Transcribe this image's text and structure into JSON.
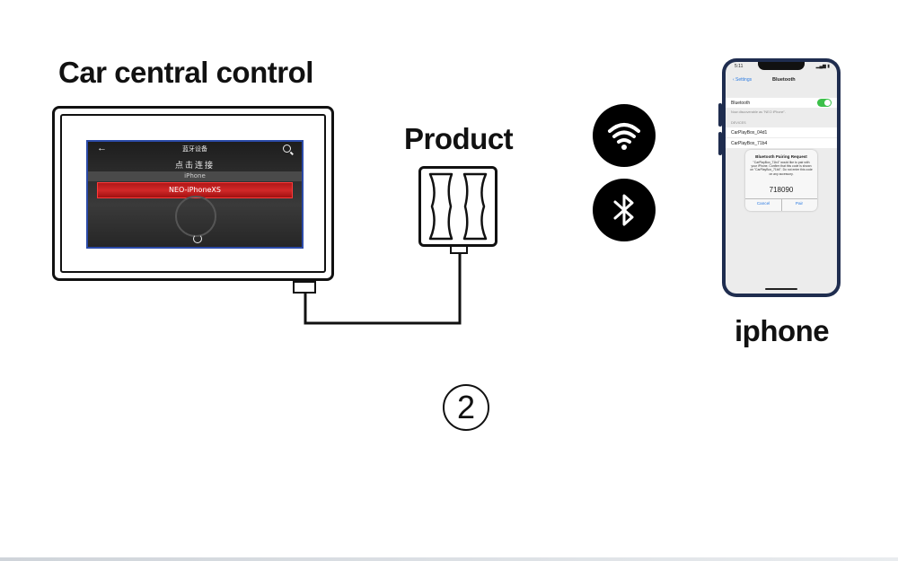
{
  "labels": {
    "car": "Car central control",
    "product": "Product",
    "iphone": "iphone"
  },
  "car_screen": {
    "title": "蓝牙设备",
    "connect": "点击连接",
    "device_iphone": "iPhone",
    "device_selected": "NEO-iPhoneXS"
  },
  "step": "2",
  "phone_screen": {
    "time": "5:11",
    "status": "▂▄▆ ▮",
    "back": "‹ Settings",
    "title": "Bluetooth",
    "bluetooth_label": "Bluetooth",
    "discoverable": "Now discoverable as \"NEO iPhone\".",
    "devices_header": "DEVICES",
    "device1": "CarPlayBox_04d1",
    "device2": "CarPlayBox_71b4",
    "dialog": {
      "title": "Bluetooth Pairing Request",
      "body": "\"CarPlayBox_71b4\" would like to pair with your iPhone. Confirm that this code is shown on \"CarPlayBox_71b4\". Do not enter this code on any accessory.",
      "code": "718090",
      "cancel": "Cancel",
      "pair": "Pair"
    }
  },
  "icons": [
    "wifi-icon",
    "bluetooth-icon",
    "back-arrow-icon",
    "search-icon",
    "refresh-icon"
  ],
  "colors": {
    "phone_frame": "#1f2d4f",
    "selected_row": "#d22828",
    "screen_border": "#2b4aa8",
    "toggle_on": "#3cc04a"
  }
}
